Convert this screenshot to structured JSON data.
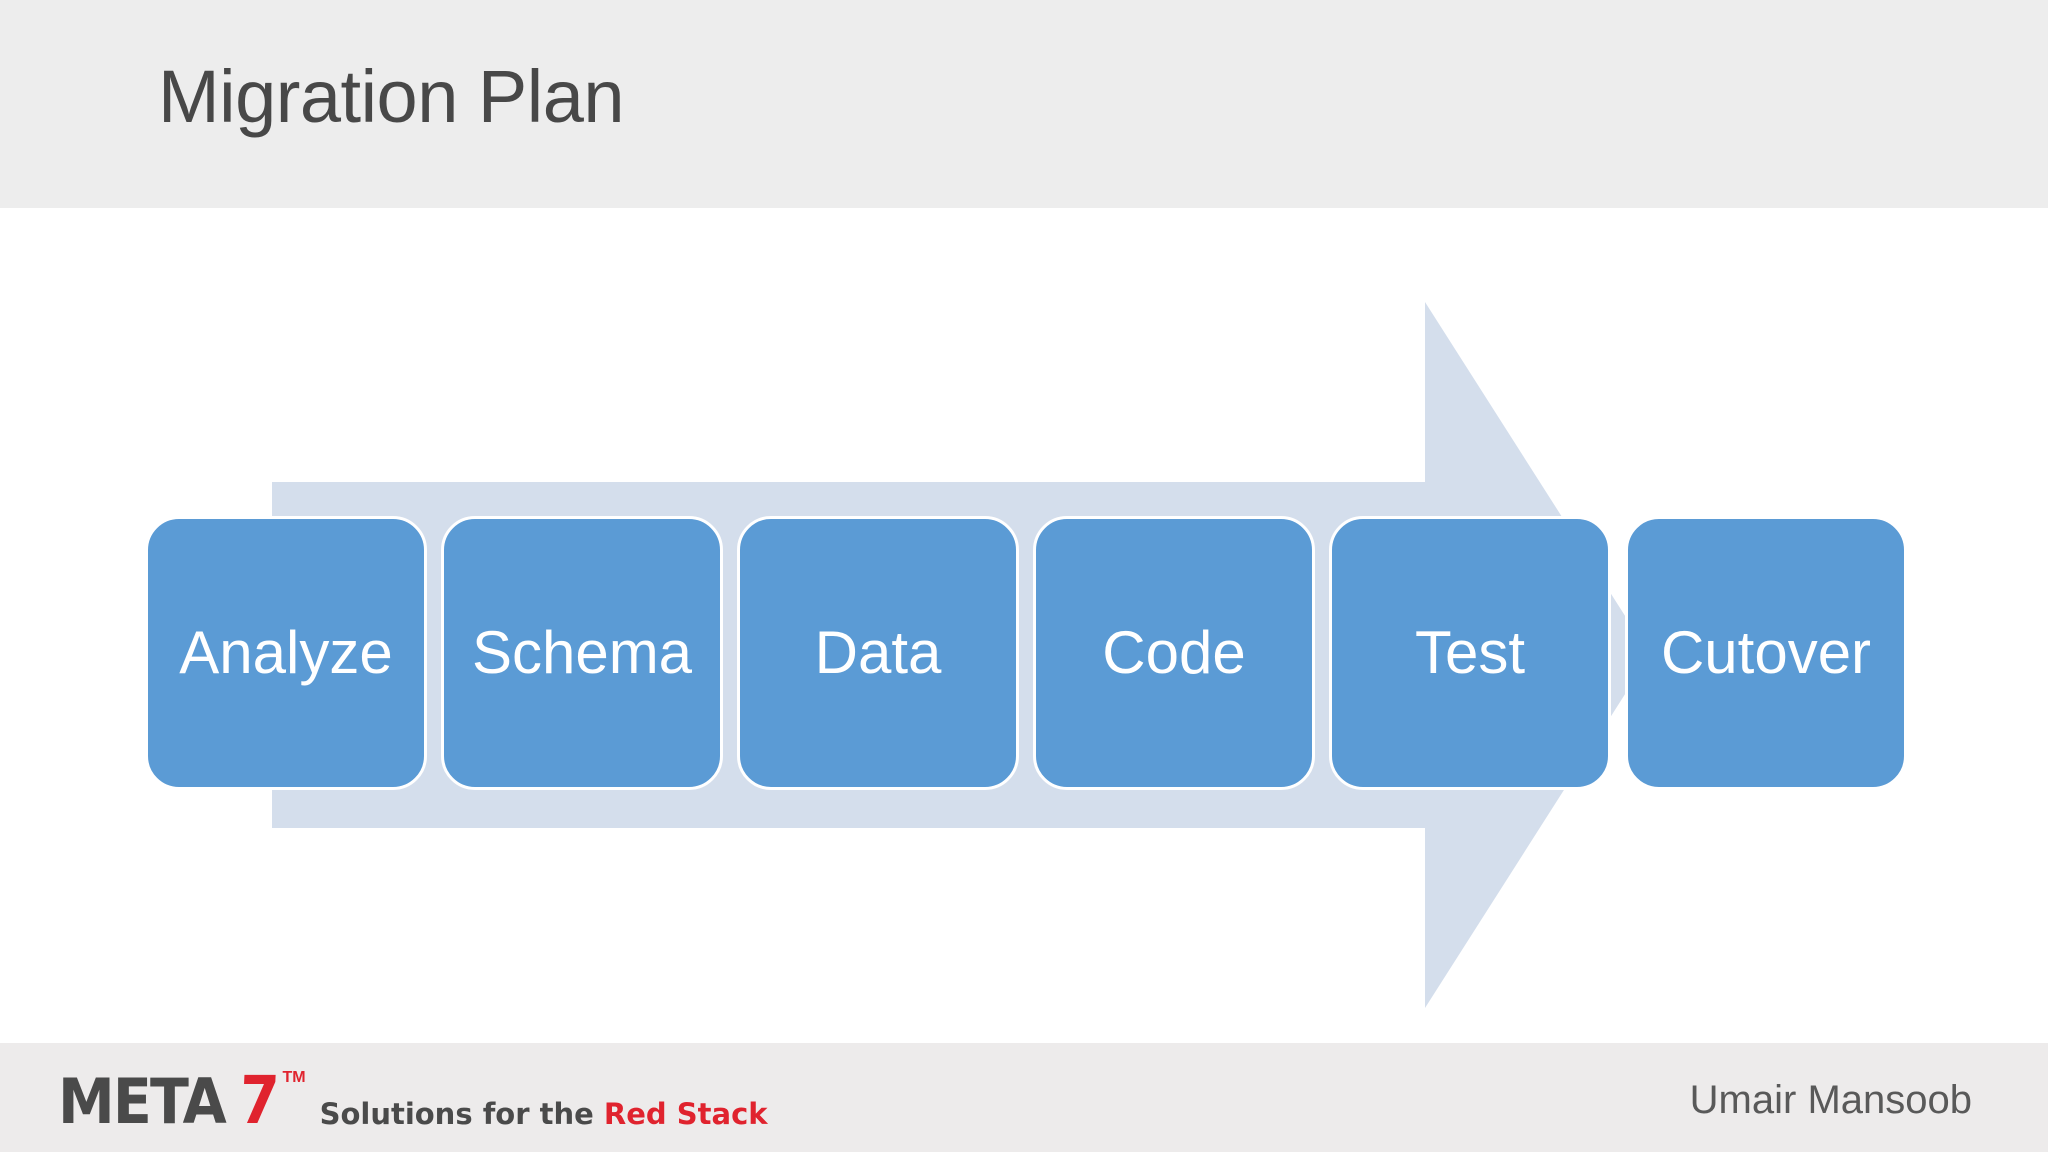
{
  "slide": {
    "title": "Migration Plan",
    "background_color": "#FFFFFF",
    "header_band_color": "#EDEDED",
    "footer_band_color": "#EDEBEB",
    "title_color": "#484848"
  },
  "diagram": {
    "type": "process-arrow",
    "direction": "left-to-right",
    "arrow_fill": "#D4DEEC",
    "box_fill": "#5B9BD5",
    "box_border": "#FFFFFF",
    "box_text_color": "#FFFFFF",
    "stages": [
      {
        "label": "Analyze",
        "order": 1
      },
      {
        "label": "Schema",
        "order": 2
      },
      {
        "label": "Data",
        "order": 3
      },
      {
        "label": "Code",
        "order": 4
      },
      {
        "label": "Test",
        "order": 5
      },
      {
        "label": "Cutover",
        "order": 6
      }
    ]
  },
  "footer": {
    "logo": {
      "brand_primary": "META",
      "brand_accent": "7",
      "trademark": "TM",
      "tagline_plain": "Solutions for the ",
      "tagline_accent": "Red Stack",
      "primary_color": "#4A4A4A",
      "accent_color": "#E0232E"
    },
    "author": "Umair Mansoob"
  }
}
